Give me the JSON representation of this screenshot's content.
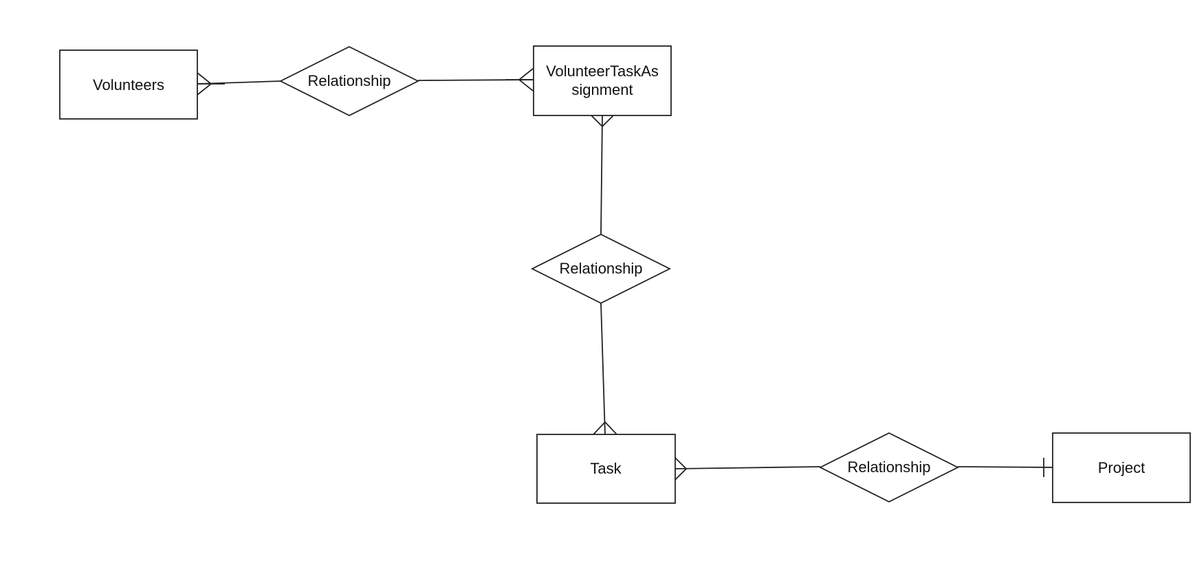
{
  "entities": {
    "volunteers": {
      "label": "Volunteers"
    },
    "assignment": {
      "label_line1": "VolunteerTaskAs",
      "label_line2": "signment"
    },
    "task": {
      "label": "Task"
    },
    "project": {
      "label": "Project"
    }
  },
  "relationships": {
    "volunteers_assignment": {
      "label": "Relationship"
    },
    "assignment_task": {
      "label": "Relationship"
    },
    "task_project": {
      "label": "Relationship"
    }
  },
  "connections": [
    {
      "from": "Volunteers",
      "to": "VolunteerTaskAssignment",
      "from_end": "many",
      "to_end": "many"
    },
    {
      "from": "VolunteerTaskAssignment",
      "to": "Task",
      "from_end": "many",
      "to_end": "many"
    },
    {
      "from": "Task",
      "to": "Project",
      "from_end": "many",
      "to_end": "one"
    }
  ]
}
